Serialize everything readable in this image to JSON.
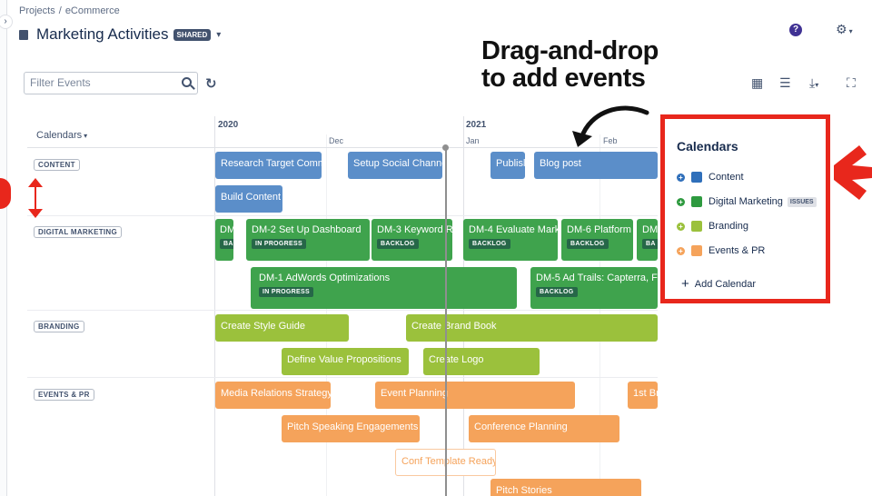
{
  "breadcrumb": {
    "project": "Projects",
    "page": "eCommerce"
  },
  "header": {
    "title": "Marketing Activities",
    "badge": "SHARED"
  },
  "filter": {
    "placeholder": "Filter Events"
  },
  "callout": {
    "line1": "Drag-and-drop",
    "line2": "to add events"
  },
  "timeline": {
    "calendars_label": "Calendars",
    "years": [
      "2020",
      "2021"
    ],
    "months": [
      "Dec",
      "Jan",
      "Feb"
    ]
  },
  "groups": [
    "CONTENT",
    "DIGITAL MARKETING",
    "BRANDING",
    "EVENTS & PR"
  ],
  "events": {
    "content": [
      "Research Target Comm",
      "Setup Social Channe",
      "Publisl",
      "Blog post",
      "Build Content"
    ],
    "digital": [
      {
        "label": "DM",
        "status": "BA"
      },
      {
        "label": "DM-2 Set Up Dashboard",
        "status": "IN PROGRESS"
      },
      {
        "label": "DM-3 Keyword R",
        "status": "BACKLOG"
      },
      {
        "label": "DM-4 Evaluate Mark",
        "status": "BACKLOG"
      },
      {
        "label": "DM-6 Platform",
        "status": "BACKLOG"
      },
      {
        "label": "DM",
        "status": "BA"
      },
      {
        "label": "DM-1 AdWords Optimizations",
        "status": "IN PROGRESS"
      },
      {
        "label": "DM-5 Ad Trails: Capterra, FB,",
        "status": "BACKLOG"
      }
    ],
    "branding": [
      "Create Style Guide",
      "Create Brand Book",
      "Define Value Propositions",
      "Create Logo"
    ],
    "events_pr": [
      "Media Relations Strategy",
      "Event Planning",
      "1st Br",
      "Pitch Speaking Engagements",
      "Conference Planning",
      "Conf Template Ready",
      "Pitch Stories"
    ]
  },
  "calendar_panel": {
    "title": "Calendars",
    "items": [
      {
        "label": "Content",
        "color": "#2f6fba",
        "plus_color": "#2f6fba"
      },
      {
        "label": "Digital Marketing",
        "color": "#2e9a3f",
        "plus_color": "#2e9a3f",
        "badge": "ISSUES"
      },
      {
        "label": "Branding",
        "color": "#9bc13c",
        "plus_color": "#9bc13c"
      },
      {
        "label": "Events & PR",
        "color": "#f5a35b",
        "plus_color": "#f5a35b"
      }
    ],
    "add_label": "Add Calendar"
  },
  "colors": {
    "accent_red": "#e8271c",
    "content": "#5b8ec9",
    "digital": "#3fa34d",
    "branding": "#9bc13c",
    "events": "#f5a35b"
  },
  "icons": [
    "sidebar-toggle-icon",
    "calendar-icon",
    "help-icon",
    "settings-icon",
    "search-icon",
    "refresh-icon",
    "calendar-view-icon",
    "filter-sliders-icon",
    "download-icon",
    "fullscreen-icon"
  ]
}
